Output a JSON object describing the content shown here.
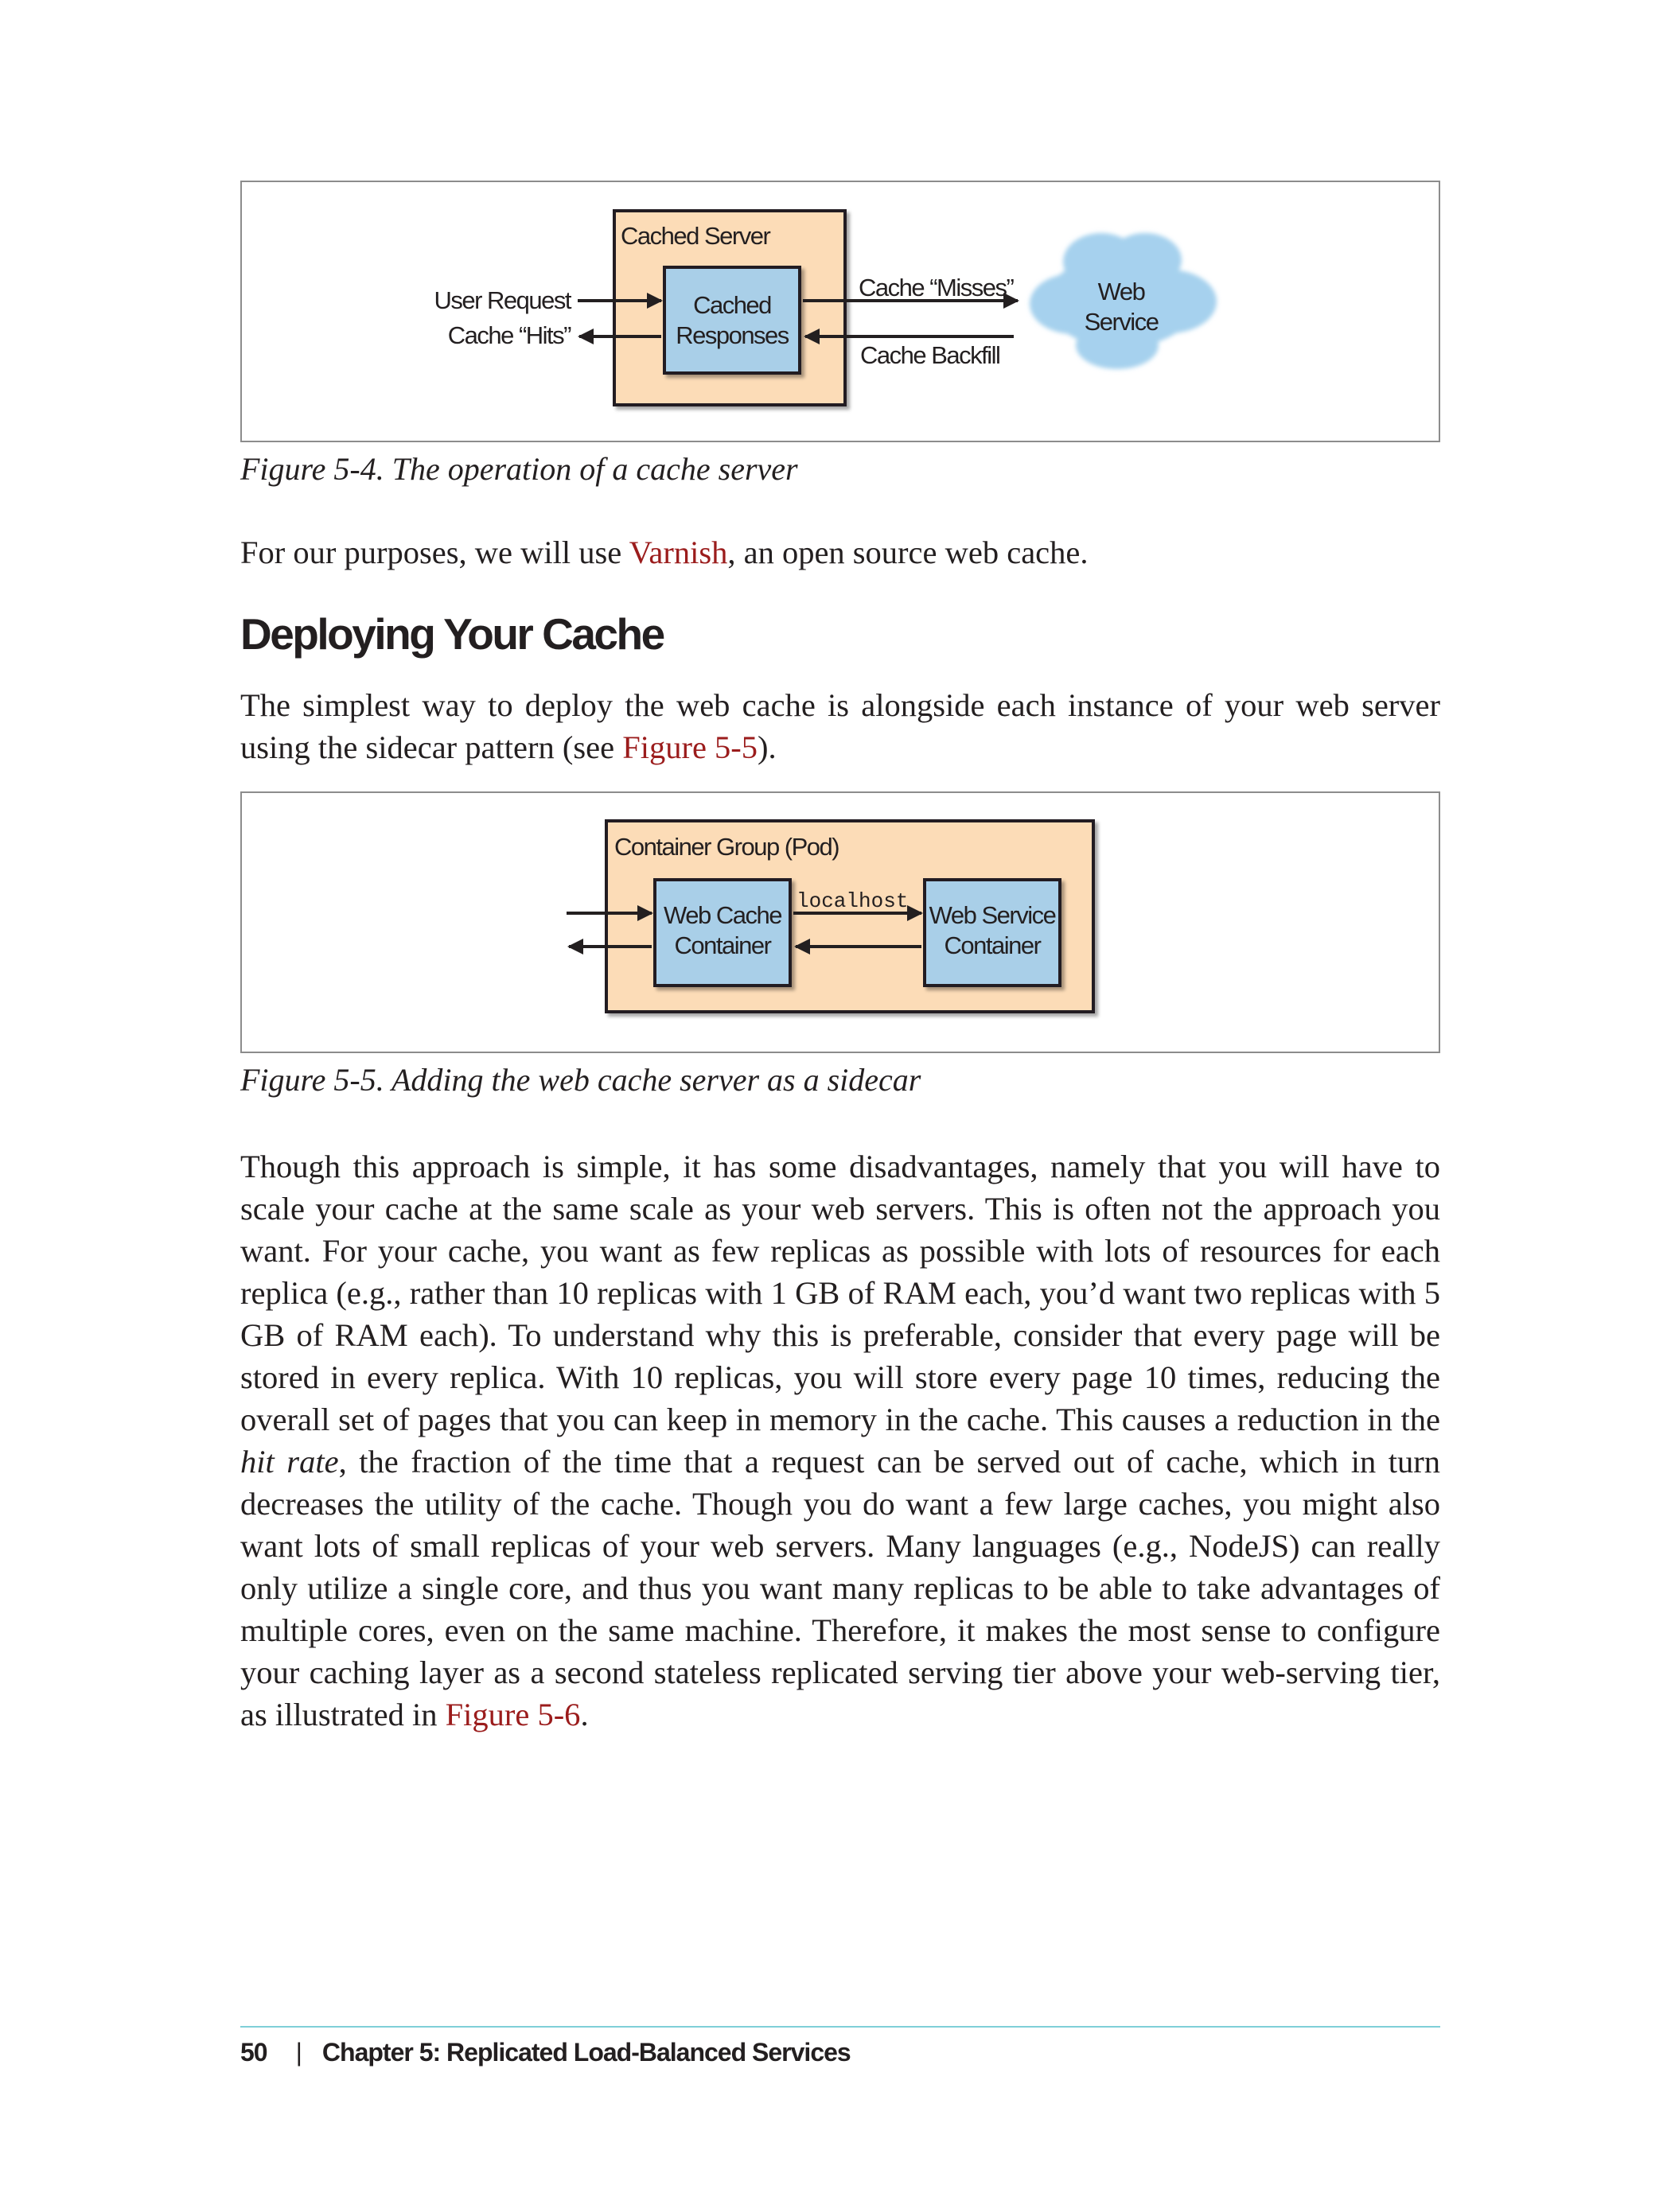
{
  "figure1": {
    "caption": "Figure 5-4. The operation of a cache server",
    "cached_server_label": "Cached Server",
    "cached_responses_line1": "Cached",
    "cached_responses_line2": "Responses",
    "user_request": "User Request",
    "cache_hits": "Cache “Hits”",
    "cache_misses": "Cache “Misses”",
    "cache_backfill": "Cache Backfill",
    "web_service_line1": "Web",
    "web_service_line2": "Service"
  },
  "para1": {
    "before": "For our purposes, we will use ",
    "link": "Varnish",
    "after": ", an open source web cache."
  },
  "heading": "Deploying Your Cache",
  "para2": {
    "before": "The simplest way to deploy the web cache is alongside each instance of your web server using the sidecar pattern (see ",
    "link": "Figure 5-5",
    "after": ")."
  },
  "figure2": {
    "caption": "Figure 5-5. Adding the web cache server as a sidecar",
    "pod_label": "Container Group (Pod)",
    "web_cache_line1": "Web Cache",
    "web_cache_line2": "Container",
    "localhost": "localhost",
    "web_service_line1": "Web Service",
    "web_service_line2": "Container"
  },
  "para3": {
    "part1": "Though this approach is simple, it has some disadvantages, namely that you will have to scale your cache at the same scale as your web servers. This is often not the approach you want. For your cache, you want as few replicas as possible with lots of resources for each replica (e.g., rather than 10 replicas with 1 GB of RAM each, you’d want two replicas with 5 GB of RAM each). To understand why this is preferable, consider that every page will be stored in every replica. With 10 replicas, you will store every page 10 times, reducing the overall set of pages that you can keep in mem­ory in the cache. This causes a reduction in the ",
    "italic": "hit rate",
    "part2": ", the fraction of the time that a request can be served out of cache, which in turn decreases the utility of the cache. Though you do want a few large caches, you might also want lots of small replicas of your web servers. Many languages (e.g., NodeJS) can really only utilize a single core, and thus you want many replicas to be able to take advantages of multiple cores, even on the same machine. Therefore, it makes the most sense to configure your caching layer as a second stateless replicated serving tier above your web-serving tier, as illus­trated in ",
    "link": "Figure 5-6",
    "after": "."
  },
  "footer": {
    "page_number": "50",
    "separator": "|",
    "chapter": "Chapter 5: Replicated Load-Balanced Services"
  },
  "colors": {
    "link": "#9b1c1c",
    "server_fill": "#fcdcb7",
    "box_fill": "#a9cfe8",
    "cloud_fill": "#a6d1ee",
    "footer_rule": "#7fcfd8"
  }
}
